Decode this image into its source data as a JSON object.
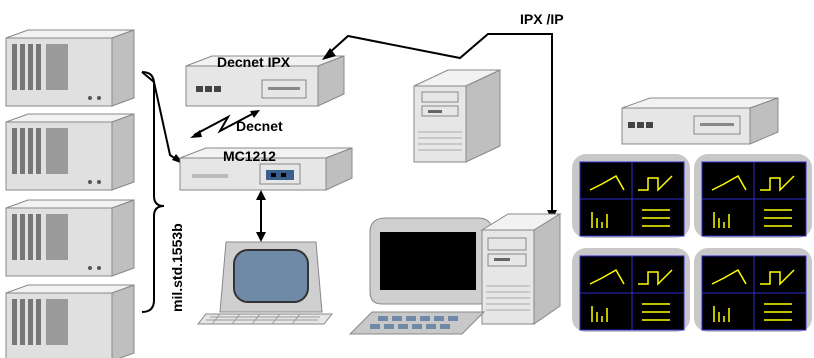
{
  "labels": {
    "decnet_ipx": "Decnet  IPX",
    "decnet": "Decnet",
    "mc1212": "MC1212",
    "ipx_ip": "IPX /IP",
    "mil_std": "mil.std.1553b"
  },
  "colors": {
    "device_top": "#f2f2f2",
    "device_front": "#d9d9d9",
    "device_side": "#bfbfbf",
    "line": "#000000",
    "crt_screen": "#6f8aa8",
    "monitor_screen": "#000000",
    "panel_bg": "#000000",
    "panel_border": "#2e2ecc",
    "graph_yellow": "#ffff00"
  }
}
